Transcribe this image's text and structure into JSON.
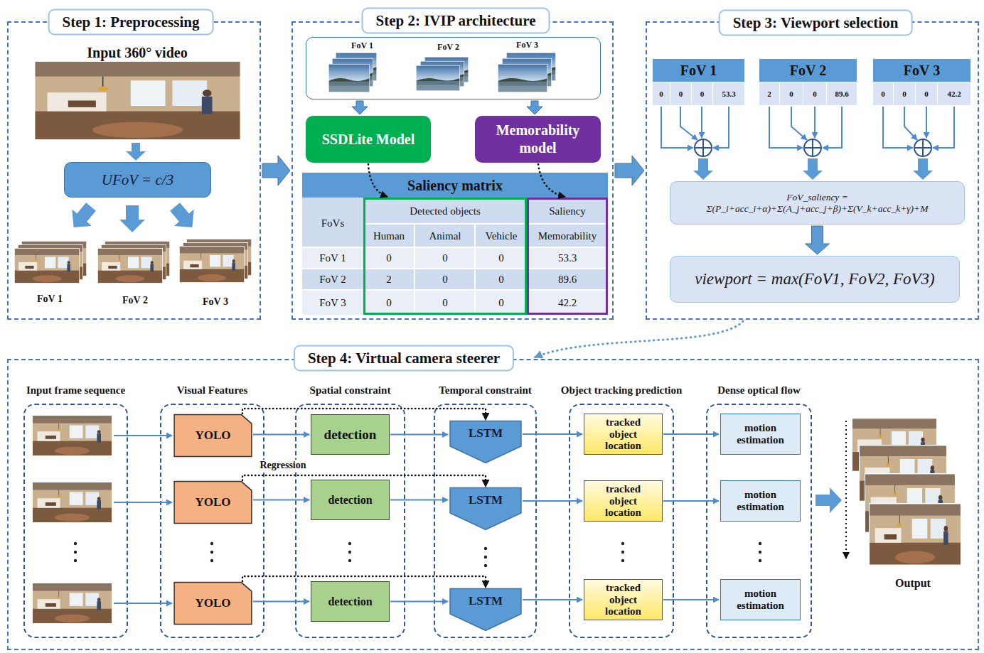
{
  "diagram": {
    "nodes": [
      {
        "text": [
          "Step 1: Preprocessing"
        ]
      },
      {
        "text": [
          "UFoV = c/3"
        ],
        "in": 0
      },
      {
        "text": [
          "Step 2: IVIP architecture"
        ]
      },
      {
        "text": [
          "FoV 1",
          "FoV 2",
          "FoV 3"
        ],
        "in": 2
      },
      {
        "text": [
          "SSDLite Model"
        ],
        "in": 2
      },
      {
        "text": [
          "Memorability model"
        ],
        "in": 2
      },
      {
        "text": [
          "Saliency matrix",
          "FoVs",
          "FoV 1",
          "FoV 2",
          "FoV 3"
        ],
        "in": 2
      },
      {
        "text": [
          "Detected objects",
          "Human",
          "Animal",
          "Vehicle",
          "0",
          "0",
          "0",
          "2",
          "0",
          "0",
          "0",
          "0",
          "0"
        ],
        "in": 6
      },
      {
        "text": [
          "Saliency",
          "Memorability",
          "53.3",
          "89.6",
          "42.2"
        ],
        "in": 6
      },
      {
        "text": [
          "Step 3: Viewport selection"
        ]
      },
      {
        "text": [
          "FoV 1",
          "0",
          "0",
          "0",
          "53.3"
        ],
        "in": 9
      },
      {
        "text": [
          "FoV 2",
          "2",
          "0",
          "0",
          "89.6"
        ],
        "in": 9
      },
      {
        "text": [
          "FoV 3",
          "0",
          "0",
          "0",
          "42.2"
        ],
        "in": 9
      },
      {
        "text": [
          "FoV_saliency = Σ(P_i+acc_i+α)+Σ(A_j+acc_j+β)+Σ(V_k+acc_k+γ)+M"
        ],
        "in": 9
      },
      {
        "text": [
          "viewport = max(FoV1, FoV2, FoV3)"
        ],
        "in": 9
      },
      {
        "text": [
          "Step 4: Virtual camera steerer"
        ]
      },
      {
        "text": [
          "Input frame sequence"
        ],
        "in": 15
      },
      {
        "text": [
          "Visual Features"
        ],
        "in": 15
      },
      {
        "text": [
          "YOLO"
        ],
        "in": 17
      },
      {
        "text": [
          "YOLO"
        ],
        "in": 17
      },
      {
        "text": [
          "YOLO"
        ],
        "in": 17
      },
      {
        "text": [
          "Spatial constraint"
        ],
        "in": 15
      },
      {
        "text": [
          "detection"
        ],
        "in": 21
      },
      {
        "text": [
          "detection"
        ],
        "in": 21
      },
      {
        "text": [
          "detection"
        ],
        "in": 21
      },
      {
        "text": [
          "Temporal constraint"
        ],
        "in": 15
      },
      {
        "text": [
          "LSTM"
        ],
        "in": 25
      },
      {
        "text": [
          "LSTM"
        ],
        "in": 25
      },
      {
        "text": [
          "LSTM"
        ],
        "in": 25
      },
      {
        "text": [
          "Object tracking prediction"
        ],
        "in": 15
      },
      {
        "text": [
          "tracked object location"
        ],
        "in": 29
      },
      {
        "text": [
          "tracked object location"
        ],
        "in": 29
      },
      {
        "text": [
          "tracked object location"
        ],
        "in": 29
      },
      {
        "text": [
          "Dense optical flow"
        ],
        "in": 15
      },
      {
        "text": [
          "motion estimation"
        ],
        "in": 33
      },
      {
        "text": [
          "motion estimation"
        ],
        "in": 33
      },
      {
        "text": [
          "motion estimation"
        ],
        "in": 33
      }
    ],
    "edges": [
      {
        "from": 0,
        "to": 2,
        "arrow": "to"
      },
      {
        "from": 2,
        "to": 9,
        "arrow": "to"
      },
      {
        "from": 3,
        "to": 4,
        "arrow": "to"
      },
      {
        "from": 3,
        "to": 5,
        "arrow": "to"
      },
      {
        "from": 4,
        "to": 7,
        "arrow": "to"
      },
      {
        "from": 5,
        "to": 8,
        "arrow": "to"
      },
      {
        "from": 13,
        "to": 14,
        "arrow": "to"
      },
      {
        "from": 9,
        "to": 15,
        "arrow": "to"
      },
      {
        "from": 18,
        "to": 22,
        "arrow": "to"
      },
      {
        "from": 19,
        "to": 23,
        "arrow": "to"
      },
      {
        "from": 20,
        "to": 24,
        "arrow": "to"
      },
      {
        "from": 22,
        "to": 26,
        "arrow": "to"
      },
      {
        "from": 23,
        "to": 27,
        "arrow": "to"
      },
      {
        "from": 24,
        "to": 28,
        "arrow": "to"
      },
      {
        "from": 26,
        "to": 30,
        "arrow": "to"
      },
      {
        "from": 27,
        "to": 31,
        "arrow": "to"
      },
      {
        "from": 28,
        "to": 32,
        "arrow": "to"
      },
      {
        "from": 30,
        "to": 34,
        "arrow": "to"
      },
      {
        "from": 31,
        "to": 35,
        "arrow": "to"
      },
      {
        "from": 32,
        "to": 36,
        "arrow": "to"
      },
      {
        "from": 18,
        "to": 26,
        "arrow": "to"
      },
      {
        "from": 19,
        "to": 27,
        "label": "Regression",
        "arrow": "to"
      },
      {
        "from": 20,
        "to": 28,
        "arrow": "to"
      }
    ],
    "labels": [
      "Input 360° video",
      "FoV 1",
      "FoV 2",
      "FoV 3",
      "Output"
    ]
  }
}
